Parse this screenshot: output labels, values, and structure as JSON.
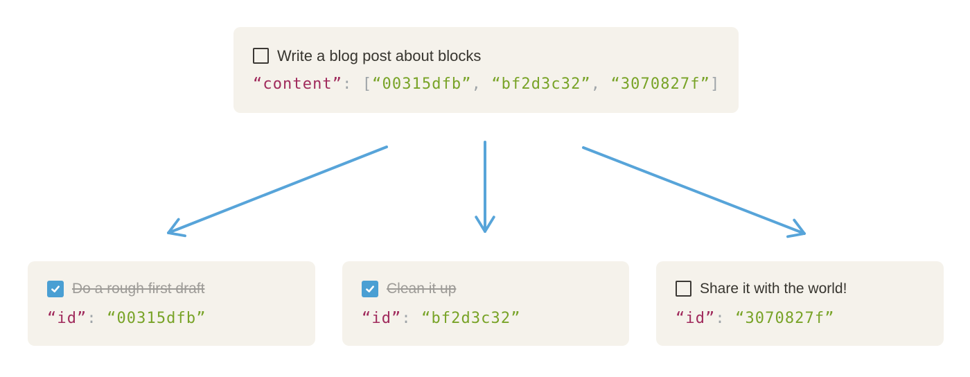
{
  "colors": {
    "card_bg": "#f5f2eb",
    "arrow_blue": "#57a4d9",
    "checkbox_checked_bg": "#4a9fd3",
    "checkbox_unchecked_border": "#3b3834",
    "label_text": "#37352f",
    "done_text": "#9d9b97",
    "code_key": "#a02a5c",
    "code_punct": "#9ea4a8",
    "code_string": "#78a327",
    "page_bg": "#ffffff"
  },
  "top_card": {
    "todo": {
      "checked": false,
      "label": "Write a blog post about blocks"
    },
    "code": {
      "key": "“content”",
      "colon": ": ",
      "open_bracket": "[",
      "separator": ", ",
      "close_bracket": "]",
      "strings": [
        "“00315dfb”",
        "“bf2d3c32”",
        "“3070827f”"
      ]
    }
  },
  "cards": [
    {
      "todo": {
        "checked": true,
        "label": "Do a rough first draft"
      },
      "code": {
        "key": "“id”",
        "colon": ": ",
        "value": "“00315dfb”"
      }
    },
    {
      "todo": {
        "checked": true,
        "label": "Clean it up"
      },
      "code": {
        "key": "“id”",
        "colon": ": ",
        "value": "“bf2d3c32”"
      }
    },
    {
      "todo": {
        "checked": false,
        "label": "Share it with the world!"
      },
      "code": {
        "key": "“id”",
        "colon": ": ",
        "value": "“3070827f”"
      }
    }
  ]
}
